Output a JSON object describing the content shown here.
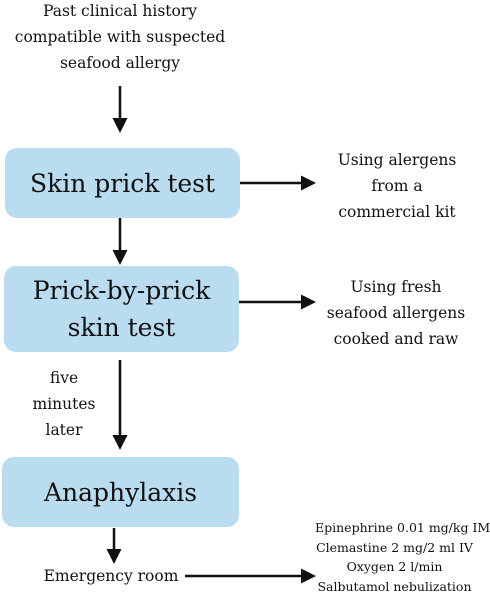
{
  "top_text": [
    "Past clinical history",
    "compatible with suspected",
    "seafood allergy"
  ],
  "skin_prick": {
    "label": "Skin prick test",
    "note": [
      "Using alergens",
      "from a",
      "commercial kit"
    ]
  },
  "prick_by_prick": {
    "label": [
      "Prick-by-prick",
      "skin test"
    ],
    "note": [
      "Using fresh",
      "seafood allergens",
      "cooked and raw"
    ]
  },
  "delay_note": [
    "five",
    "minutes",
    "later"
  ],
  "anaphylaxis": {
    "label": "Anaphylaxis"
  },
  "emergency_room": {
    "label": "Emergency room"
  },
  "treatment": [
    "Epinephrine 0.01 mg/kg IM",
    "Clemastine 2 mg/2 ml IV",
    "Oxygen 2 l/min",
    "Salbutamol nebulization"
  ],
  "colors": {
    "box_fill": "#b9dcf1",
    "arrow": "#111111"
  }
}
